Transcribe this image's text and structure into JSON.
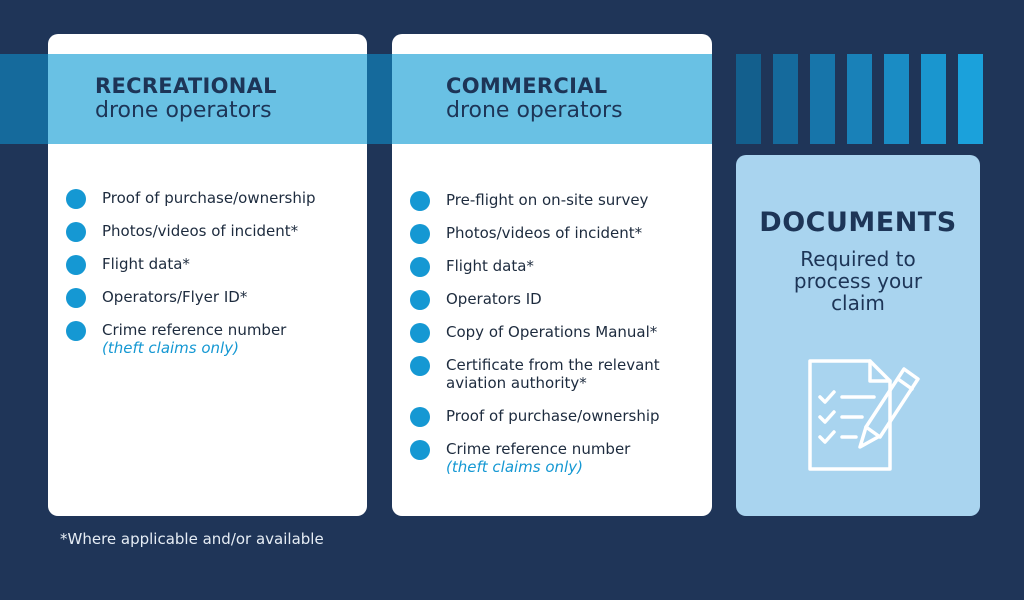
{
  "recreational": {
    "title_bold": "RECREATIONAL",
    "title_rest": "drone operators",
    "items": [
      {
        "label": "Proof of purchase/ownership"
      },
      {
        "label": "Photos/videos of incident*"
      },
      {
        "label": "Flight data*"
      },
      {
        "label": "Operators/Flyer ID*"
      },
      {
        "label": "Crime reference number",
        "note": "(theft claims only)"
      }
    ]
  },
  "commercial": {
    "title_bold": "COMMERCIAL",
    "title_rest": "drone operators",
    "items": [
      {
        "label": "Pre-flight on on-site survey"
      },
      {
        "label": "Photos/videos of incident*"
      },
      {
        "label": "Flight data*"
      },
      {
        "label": "Operators ID"
      },
      {
        "label": "Copy of Operations Manual*"
      },
      {
        "label": "Certificate from the relevant aviation authority*"
      },
      {
        "label": "Proof of purchase/ownership"
      },
      {
        "label": "Crime reference number",
        "note": "(theft claims only)"
      }
    ]
  },
  "documents": {
    "title": "DOCUMENTS",
    "subtitle": "Required to process your claim",
    "icon": "document-checklist-pen-icon"
  },
  "footnote": "*Where applicable and/or available",
  "colors": {
    "background": "#1f3558",
    "header_band": "#69c1e4",
    "bullet": "#1598d3",
    "documents_card": "#a9d4ef",
    "bars": [
      "#135f8d",
      "#156a9c",
      "#1775aa",
      "#1981b8",
      "#1a8cc4",
      "#1a96cf",
      "#1ba1db"
    ]
  }
}
